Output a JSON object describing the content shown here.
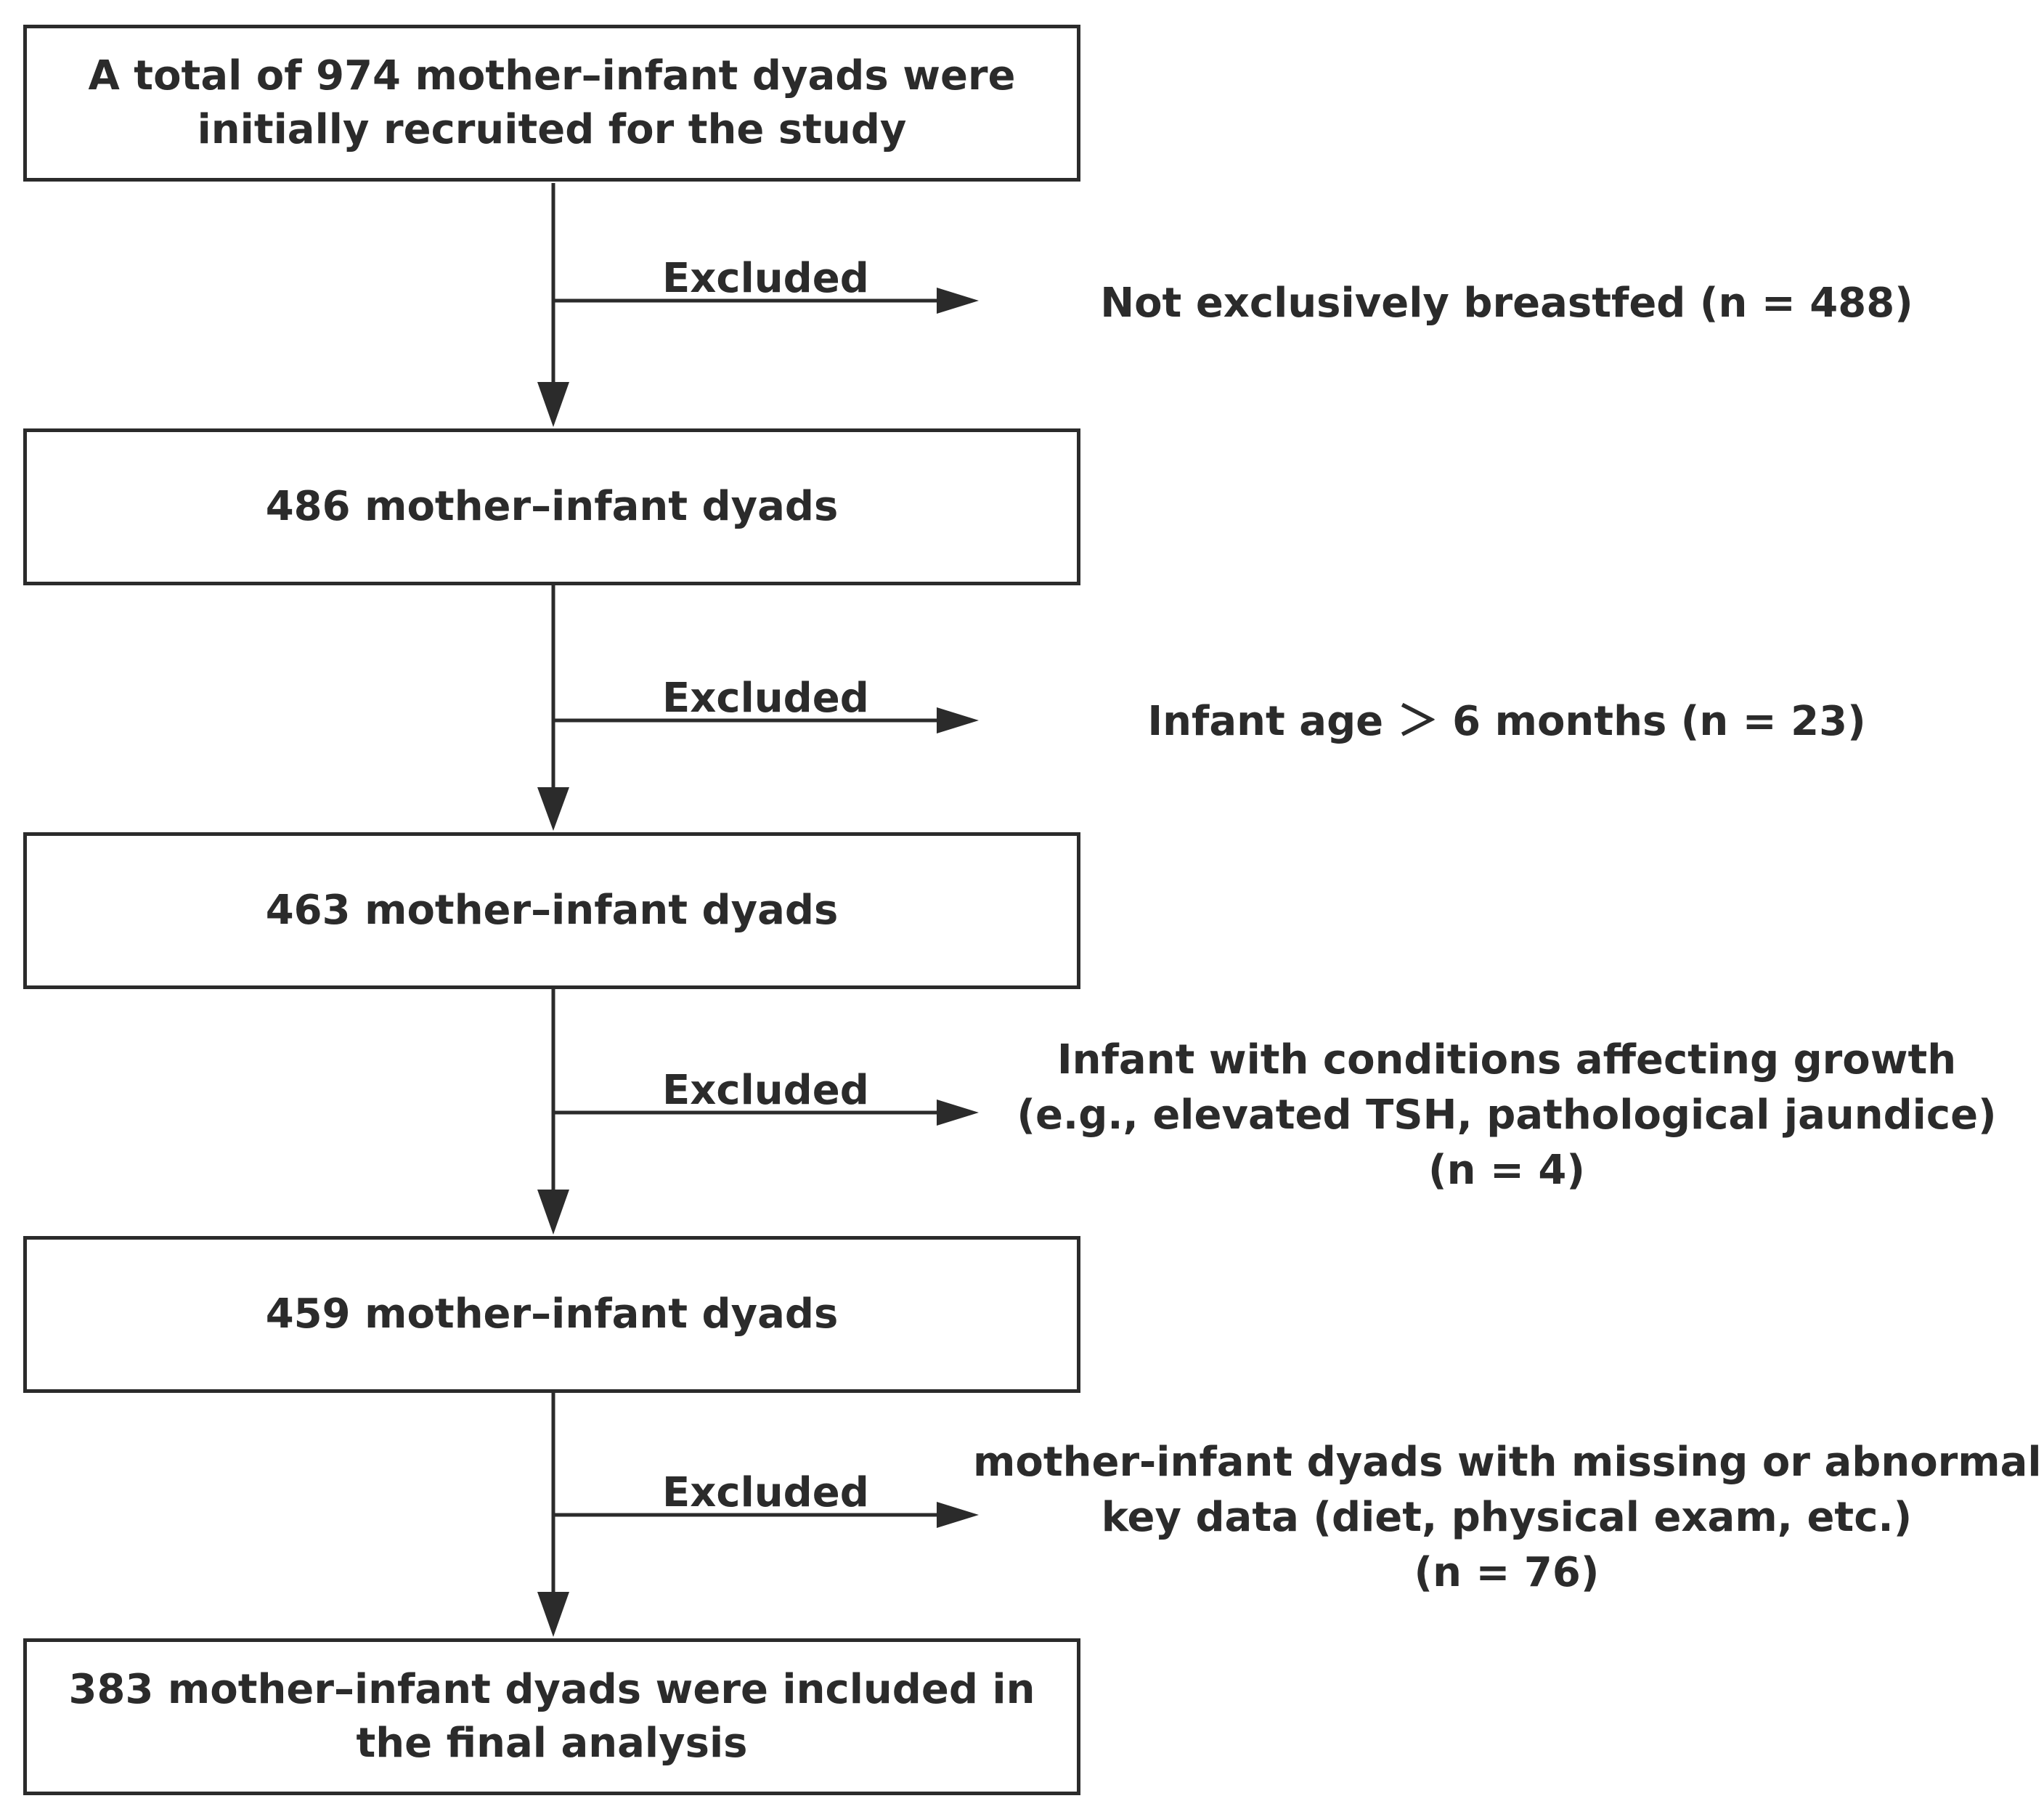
{
  "flowchart": {
    "stages": [
      {
        "lines": [
          "A total of 974 mother–infant dyads were",
          "initially recruited for the study"
        ]
      },
      {
        "lines": [
          "486 mother–infant dyads"
        ]
      },
      {
        "lines": [
          "463 mother–infant dyads"
        ]
      },
      {
        "lines": [
          "459 mother–infant dyads"
        ]
      },
      {
        "lines": [
          "383 mother–infant dyads were included in",
          "the final analysis"
        ]
      }
    ],
    "exclusions": [
      {
        "label": "Excluded",
        "reason": [
          "Not exclusively breastfed (n = 488)"
        ]
      },
      {
        "label": "Excluded",
        "reason": [
          "Infant age ＞ 6 months (n = 23)"
        ]
      },
      {
        "label": "Excluded",
        "reason": [
          "Infant with conditions affecting growth",
          "(e.g., elevated TSH, pathological jaundice)",
          "(n = 4)"
        ]
      },
      {
        "label": "Excluded",
        "reason": [
          "mother-infant dyads with missing or abnormal",
          "key data (diet, physical exam, etc.)",
          "(n = 76)"
        ]
      }
    ]
  }
}
